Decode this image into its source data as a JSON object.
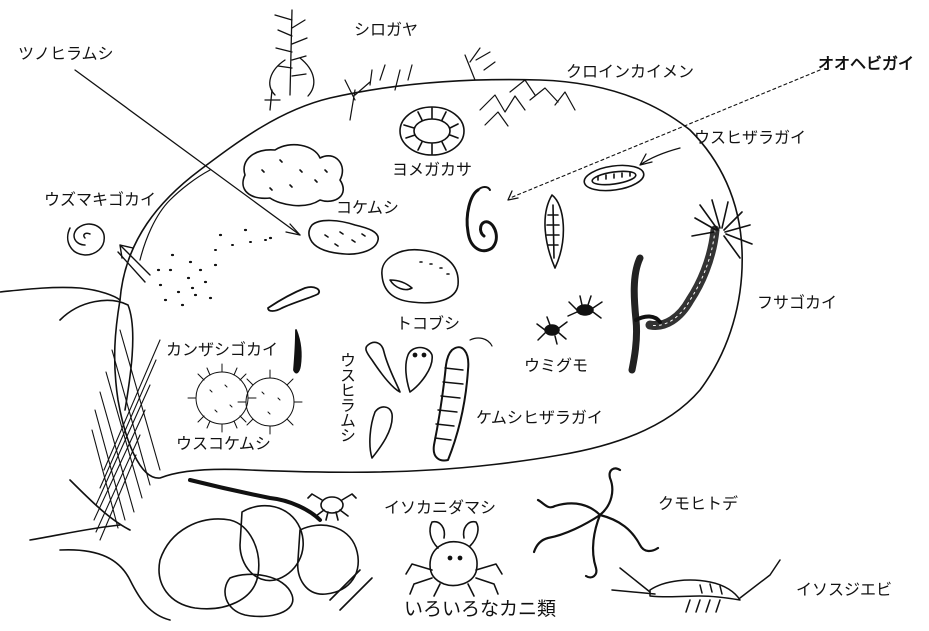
{
  "labels": {
    "shirogaya": "シロガヤ",
    "tsunohiramushi": "ツノヒラムシ",
    "kuroinkaimen": "クロインカイメン",
    "ooebigai": "オオヘビガイ",
    "usuhizaragai": "ウスヒザラガイ",
    "yomegakasa": "ヨメガカサ",
    "uzumakigokai": "ウズマキゴカイ",
    "kokemushi": "コケムシ",
    "fusagokai": "フサゴカイ",
    "tokobushi": "トコブシ",
    "kanzashigokai": "カンザシゴカイ",
    "umigumo": "ウミグモ",
    "usuhiramushi": "ウスヒラムシ",
    "kemushihizaragai": "ケムシヒザラガイ",
    "usukokemushi": "ウスコケムシ",
    "isokanidamashi": "イソカニダマシ",
    "kumohitode": "クモヒトデ",
    "iroironakanirui": "いろいろなカニ類",
    "isosujiebi": "イソスジエビ"
  }
}
